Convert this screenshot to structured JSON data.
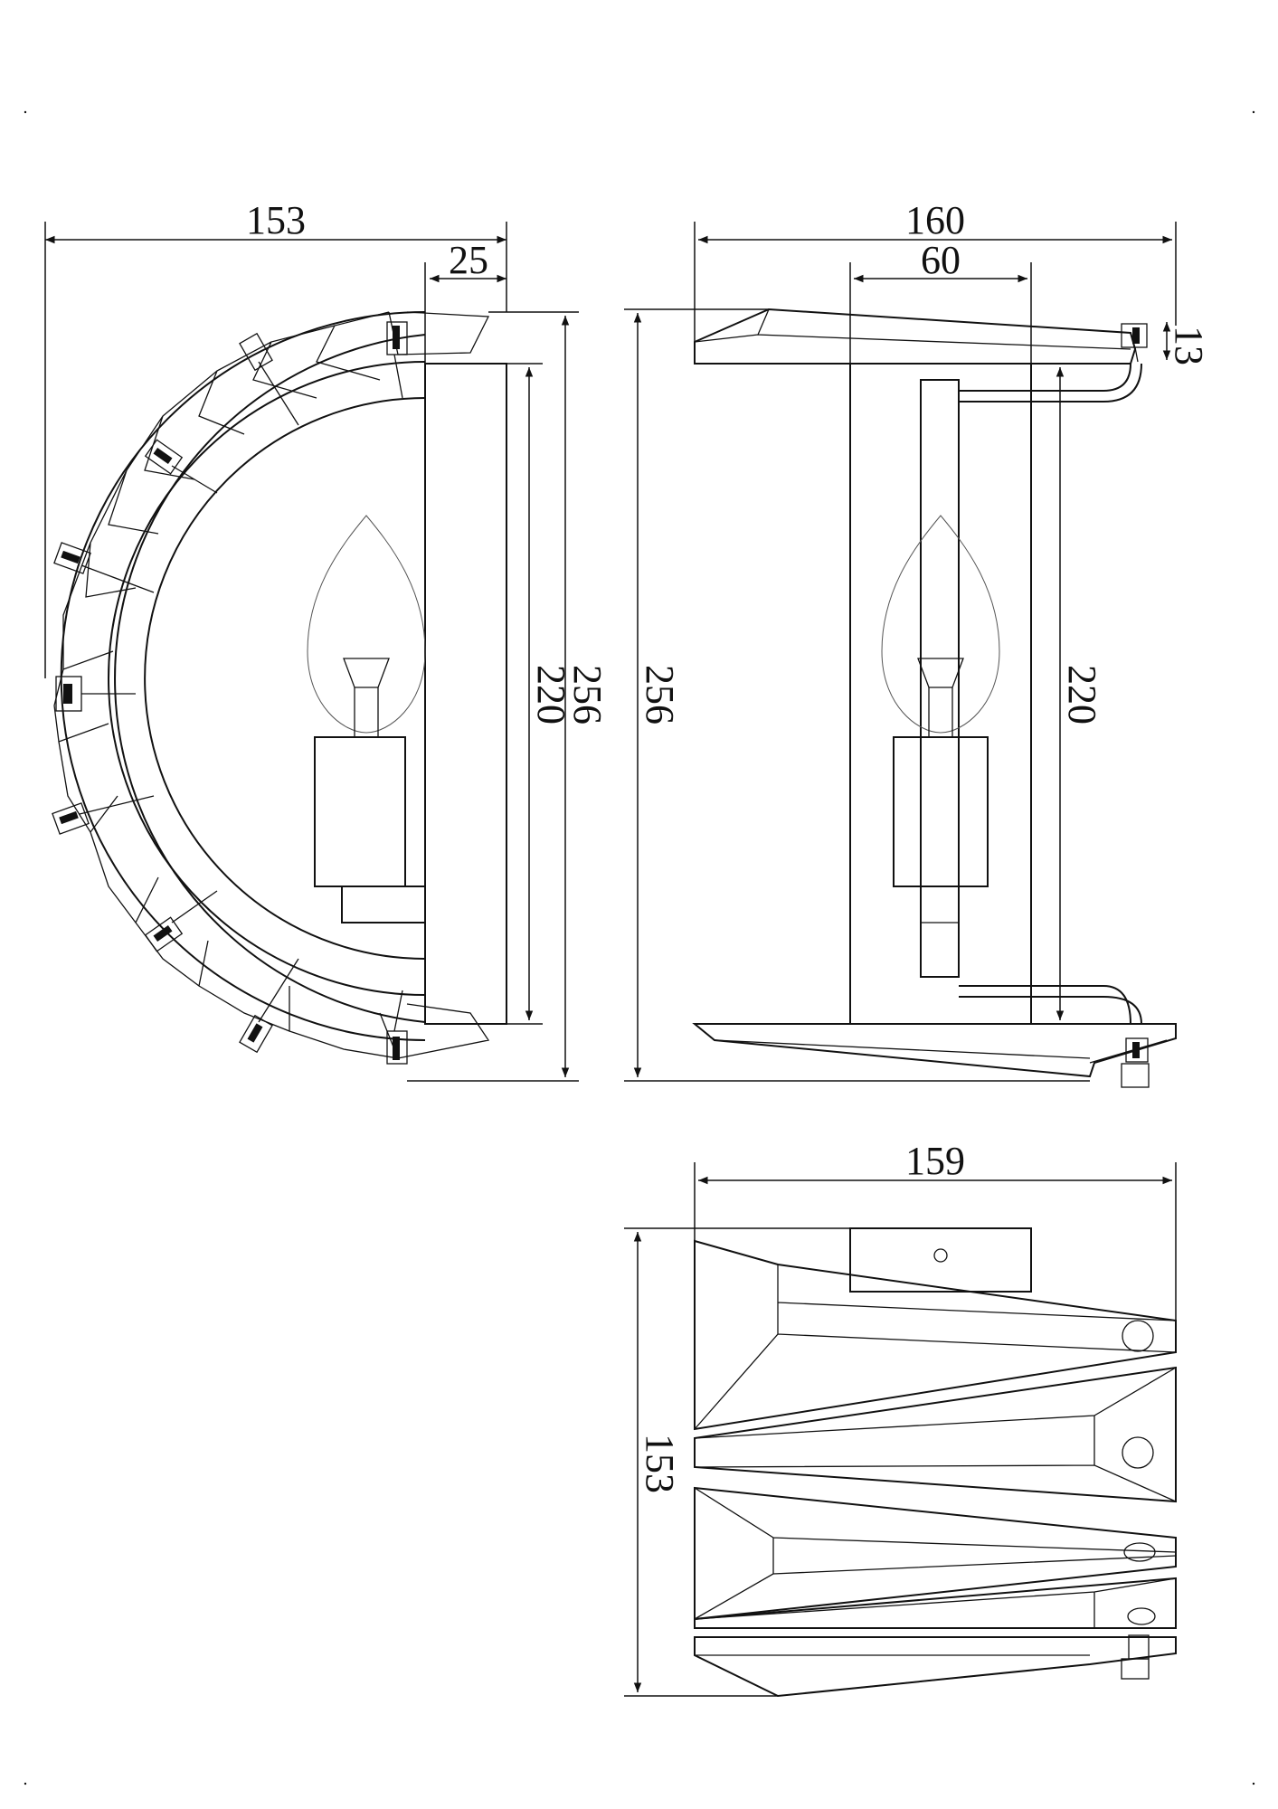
{
  "drawing": {
    "dimensions": {
      "side_view": {
        "overall_width": "153",
        "plate_depth": "25",
        "inner_height": "220",
        "overall_height": "256"
      },
      "front_view": {
        "overall_width": "160",
        "backplate_width": "60",
        "clip_height": "13",
        "overall_height": "256",
        "inner_height": "220"
      },
      "top_view": {
        "overall_width": "159",
        "overall_depth": "153"
      }
    }
  }
}
